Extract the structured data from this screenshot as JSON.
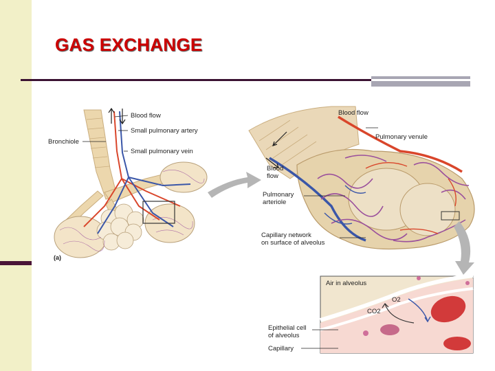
{
  "title": "GAS EXCHANGE",
  "figure": {
    "panel_a_label": "(a)",
    "labels": {
      "blood_flow_a": "Blood flow",
      "small_pulmonary_artery": "Small pulmonary artery",
      "small_pulmonary_vein": "Small pulmonary vein",
      "bronchiole": "Bronchiole",
      "blood_flow_b": "Blood flow",
      "pulmonary_venule": "Pulmonary venule",
      "blood_flow_c_line1": "Blood",
      "blood_flow_c_line2": "flow",
      "pulmonary_arteriole_line1": "Pulmonary",
      "pulmonary_arteriole_line2": "arteriole",
      "capillary_network_line1": "Capillary network",
      "capillary_network_line2": "on surface of alveolus",
      "air_in_alveolus": "Air in alveolus",
      "o2": "O2",
      "co2": "CO2",
      "epithelial_cell_line1": "Epithelial cell",
      "epithelial_cell_line2": "of alveolus",
      "capillary": "Capillary"
    }
  },
  "colors": {
    "title": "#cc0000",
    "left_strip": "#f2f0c8",
    "rule": "#3b1232",
    "accent": "#a8a6b3",
    "artery_red": "#d9462b",
    "vein_blue": "#3a56a8",
    "capillary_purple": "#9a4f9c",
    "tissue": "#ead8b8"
  }
}
